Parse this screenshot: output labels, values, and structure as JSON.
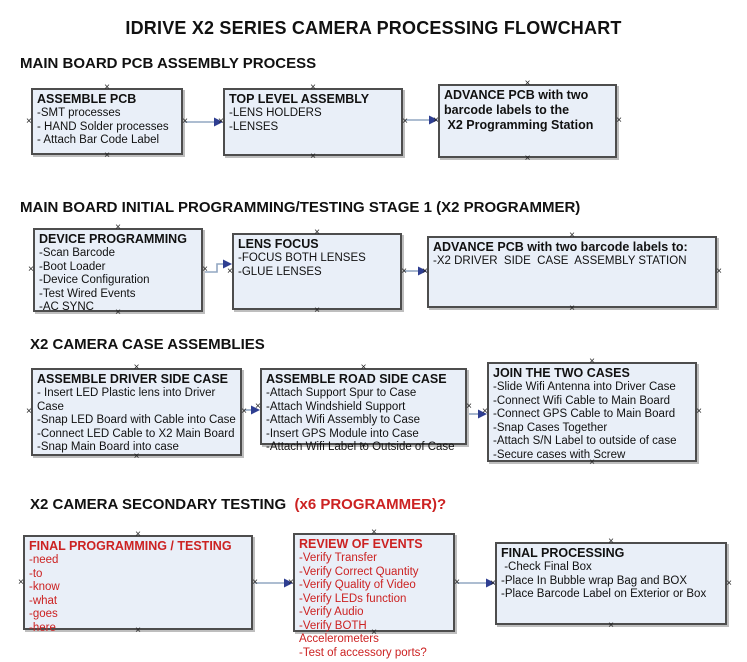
{
  "title": "IDRIVE X2  SERIES CAMERA PROCESSING FLOWCHART",
  "handle_glyph": "×",
  "colors": {
    "box_fill": "#e9eff8",
    "box_border": "#4d4d4d",
    "red": "#cc2222",
    "arrow_line": "#92a7c2",
    "arrow_head": "#2e3e91",
    "text": "#111111"
  },
  "sections": [
    {
      "label": "MAIN BOARD PCB ASSEMBLY PROCESS"
    },
    {
      "label": "MAIN BOARD INITIAL PROGRAMMING/TESTING STAGE 1 (X2 PROGRAMMER)"
    },
    {
      "label": "X2 CAMERA CASE ASSEMBLIES"
    },
    {
      "label": "X2 CAMERA SECONDARY TESTING ",
      "label_red": " (x6 PROGRAMMER)?"
    }
  ],
  "boxes": [
    {
      "id": "assemble-pcb",
      "title": "ASSEMBLE PCB",
      "items": [
        "-SMT processes",
        "- HAND Solder processes",
        "- Attach Bar Code Label"
      ]
    },
    {
      "id": "top-level-assembly",
      "title": "TOP LEVEL ASSEMBLY",
      "items": [
        "-LENS HOLDERS",
        "-LENSES"
      ]
    },
    {
      "id": "advance-pcb-programming-station",
      "title": "ADVANCE PCB with two barcode labels to the\n X2 Programming Station",
      "items": []
    },
    {
      "id": "device-programming",
      "title": "DEVICE PROGRAMMING",
      "items": [
        "-Scan Barcode",
        "-Boot Loader",
        "-Device Configuration",
        "-Test Wired Events",
        "-AC SYNC"
      ]
    },
    {
      "id": "lens-focus",
      "title": "LENS FOCUS",
      "items": [
        "-FOCUS BOTH LENSES",
        "-GLUE LENSES"
      ]
    },
    {
      "id": "advance-pcb-driver-side",
      "title": "ADVANCE PCB with two barcode labels to:",
      "items": [
        "-X2 DRIVER  SIDE  CASE  ASSEMBLY STATION"
      ]
    },
    {
      "id": "assemble-driver-side-case",
      "title": "ASSEMBLE DRIVER SIDE CASE",
      "items": [
        "- Insert LED Plastic lens into Driver Case",
        "-Snap LED Board with Cable into Case",
        "-Connect LED Cable to X2 Main Board",
        "-Snap Main Board into case"
      ]
    },
    {
      "id": "assemble-road-side-case",
      "title": "ASSEMBLE ROAD SIDE CASE",
      "items": [
        "-Attach Support Spur to Case",
        "-Attach Windshield Support",
        "-Attach Wifi Assembly to Case",
        "-Insert GPS Module into Case",
        "-Attach Wifi Label to Outside of Case"
      ]
    },
    {
      "id": "join-the-two-cases",
      "title": "JOIN THE TWO CASES",
      "items": [
        "-Slide Wifi Antenna into Driver Case",
        "-Connect Wifi Cable to Main Board",
        "-Connect GPS Cable to Main Board",
        "-Snap Cases Together",
        "-Attach S/N Label to outside of case",
        "-Secure cases with Screw"
      ]
    },
    {
      "id": "final-programming-testing",
      "title": "FINAL PROGRAMMING / TESTING",
      "items": [
        "-need",
        "-to",
        "-know",
        "-what",
        "-goes",
        "-here"
      ]
    },
    {
      "id": "review-of-events",
      "title": "REVIEW OF EVENTS",
      "items": [
        "-Verify Transfer",
        "-Verify Correct Quantity",
        "-Verify Quality of Video",
        "-Verify LEDs function",
        "-Verify Audio",
        "-Verify BOTH Accelerometers",
        "-Test of accessory ports?"
      ]
    },
    {
      "id": "final-processing",
      "title": "FINAL PROCESSING",
      "items": [
        " -Check Final Box",
        "-Place In Bubble wrap Bag and BOX",
        "-Place Barcode Label on Exterior or Box"
      ]
    }
  ]
}
